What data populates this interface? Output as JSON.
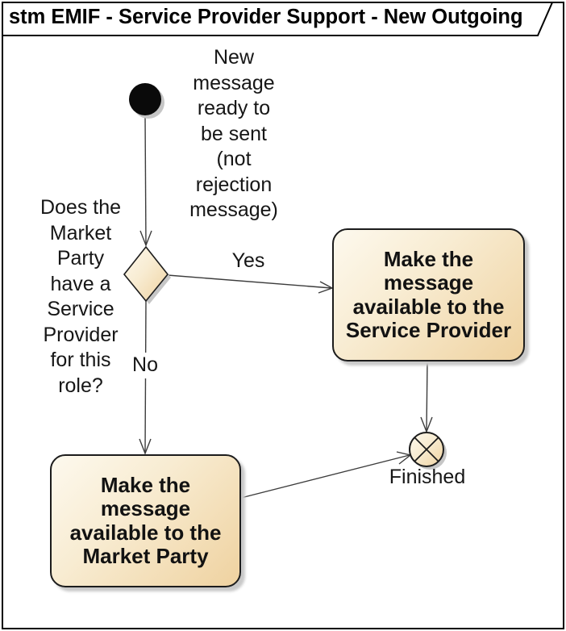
{
  "frame": {
    "title": "stm EMIF - Service Provider Support - New Outgoing",
    "diagram_type": "state machine"
  },
  "labels": {
    "trigger_note": "New\nmessage\nready to\nbe sent\n(not\nrejection\nmessage)",
    "decision_question": "Does the\nMarket\nParty\nhave a\nService\nProvider\nfor this\nrole?",
    "yes": "Yes",
    "no": "No",
    "finished": "Finished"
  },
  "nodes": {
    "initial": {
      "type": "initial-node"
    },
    "decision": {
      "type": "decision-diamond"
    },
    "action_service_provider": {
      "label": "Make the\nmessage\navailable to the\nService Provider"
    },
    "action_market_party": {
      "label": "Make the\nmessage\navailable to the\nMarket Party"
    },
    "exit": {
      "type": "exit-point"
    }
  },
  "edges": [
    {
      "from": "initial",
      "to": "decision",
      "label": ""
    },
    {
      "from": "decision",
      "to": "action_service_provider",
      "label": "Yes"
    },
    {
      "from": "decision",
      "to": "action_market_party",
      "label": "No"
    },
    {
      "from": "action_service_provider",
      "to": "exit",
      "label": ""
    },
    {
      "from": "action_market_party",
      "to": "exit",
      "label": ""
    }
  ],
  "colors": {
    "node_fill_light": "#FDF9EE",
    "node_fill_dark": "#EFD2A0",
    "node_border": "#1C1C1C",
    "edge_stroke": "#3C3C3C",
    "shadow": "#C6C6C6",
    "background": "#FFFFFF",
    "text": "#000000"
  }
}
